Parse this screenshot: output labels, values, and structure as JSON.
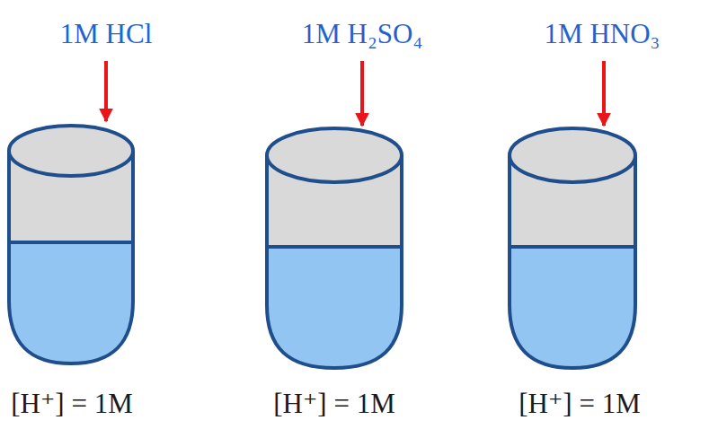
{
  "diagram": {
    "labels": [
      "1M HCl",
      "1M H₂SO₄",
      "1M HNO₃",
      "[H⁺] = 1M",
      "[H⁺] = 1M",
      "[H⁺] = 1M"
    ]
  }
}
